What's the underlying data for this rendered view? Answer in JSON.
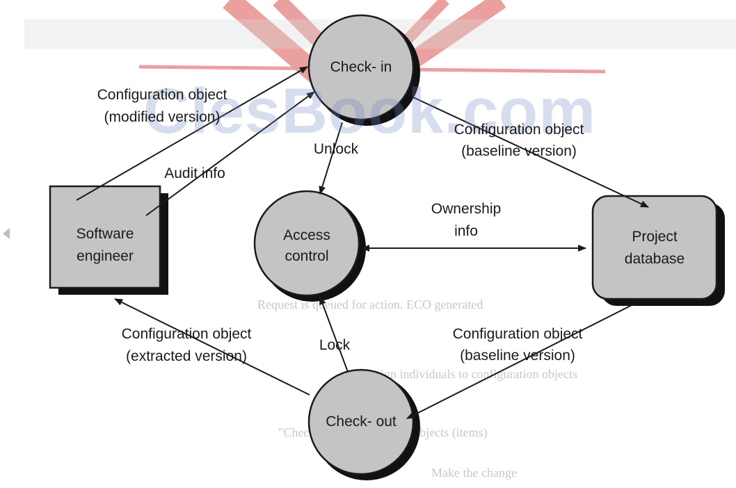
{
  "diagram": {
    "nodes": {
      "checkin": "Check- in",
      "checkout": "Check- out",
      "access": [
        "Access",
        "control"
      ],
      "engineer": [
        "Software",
        "engineer"
      ],
      "database": [
        "Project",
        "database"
      ]
    },
    "edges": {
      "modified": [
        "Configuration object",
        "(modified version)"
      ],
      "audit": "Audit info",
      "unlock": "Unlock",
      "baseline_top": [
        "Configuration object",
        "(baseline version)"
      ],
      "ownership": [
        "Ownership",
        "info"
      ],
      "extracted": [
        "Configuration object",
        "(extracted version)"
      ],
      "lock": "Lock",
      "baseline_bottom": [
        "Configuration object",
        "(baseline version)"
      ]
    }
  },
  "watermark": "ClesBook.com",
  "background_text": {
    "line1": "Request is queued for action. ECO generated",
    "line2": "Assign individuals to configuration objects",
    "line3": "\"Check out\" configuration objects (items)",
    "line4": "Make the change"
  },
  "colors": {
    "node_fill": "#c4c4c4",
    "node_stroke": "#1a1a1a",
    "shadow": "#111111",
    "watermark": "#6b87c6",
    "banner": "#d9534f"
  }
}
